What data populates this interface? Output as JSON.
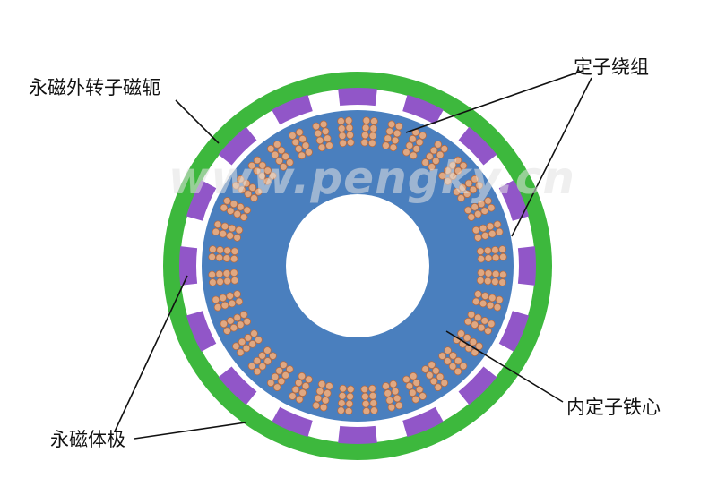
{
  "labels": {
    "rotor_yoke": "永磁外转子磁轭",
    "stator_winding": "定子绕组",
    "stator_core": "内定子铁心",
    "magnet_pole": "永磁体极"
  },
  "watermark": "www.pengky.cn",
  "colors": {
    "rotor_ring": "#3db83d",
    "magnet": "#9156c8",
    "stator": "#4a7fbe",
    "coil_wire": "#e0a882",
    "coil_wire_edge": "#b56a40",
    "leader_line": "#111111",
    "background": "#ffffff"
  },
  "structure": {
    "magnet_pole_count": 16,
    "stator_slot_count": 36,
    "wires_per_slot": 8
  }
}
